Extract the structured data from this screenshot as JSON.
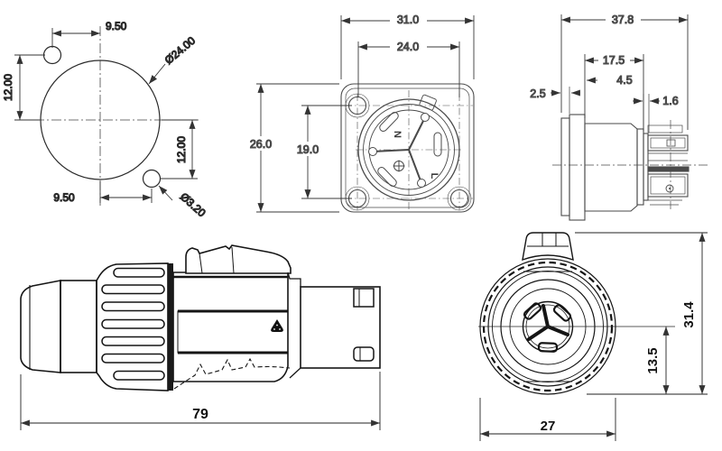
{
  "drawing": {
    "background": "#ffffff",
    "top_views_line_color": "#454545",
    "bottom_views_line_color": "#151515",
    "views": {
      "panel_cutout": {
        "dims": {
          "offset_top": "9.50",
          "offset_left": "12.00",
          "main_hole_diameter": "Ø24.00",
          "offset_right": "12.00",
          "offset_bottom": "9.50",
          "screw_hole_diameter": "Ø3.20"
        }
      },
      "chassis_front": {
        "dims": {
          "flange_width": "31.0",
          "barrel_diameter": "24.0",
          "flange_height": "26.0",
          "hole_spacing": "19.0"
        },
        "contacts": {
          "neutral": "N",
          "line": "L"
        }
      },
      "chassis_side": {
        "dims": {
          "overall_depth": "37.8",
          "body_length": "17.5",
          "flange_thickness": "4.5",
          "gasket_thickness": "2.5",
          "terminal_step": "1.6"
        }
      },
      "plug_side": {
        "dims": {
          "overall_length": "79"
        }
      },
      "plug_front": {
        "dims": {
          "overall_height": "31.4",
          "center_to_bottom": "13.5",
          "body_width": "27"
        }
      }
    }
  }
}
